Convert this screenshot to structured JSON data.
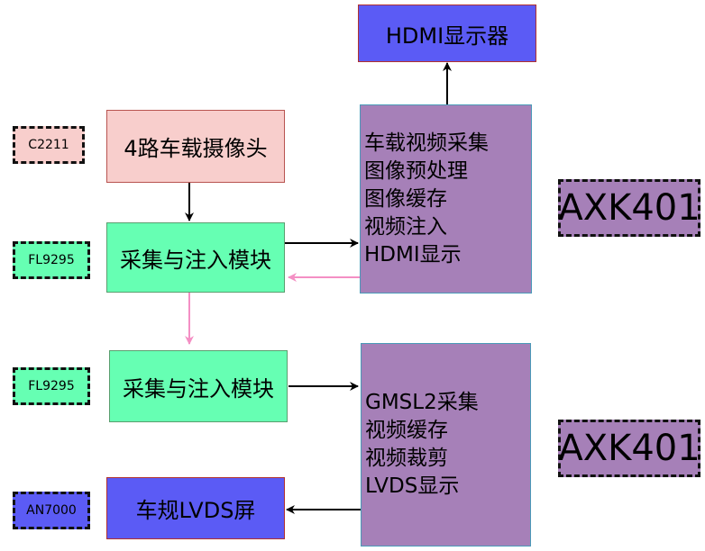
{
  "colors": {
    "pink_fill": "#f8cecc",
    "pink_border": "#b85450",
    "green_fill": "#66ffb3",
    "green_border": "#5a9e6f",
    "blue_fill": "#5b5bf5",
    "blue_border": "#b03030",
    "purple_fill": "#a680b8",
    "purple_border": "#4a9ab8",
    "arrow_black": "#000000",
    "arrow_pink": "#f48fc4"
  },
  "tags": {
    "camera_chip": "C2211",
    "serdes_chip_1": "FL9295",
    "serdes_chip_2": "FL9295",
    "screen_chip": "AN7000"
  },
  "blocks": {
    "hdmi_display": "HDMI显示器",
    "camera": "4路车载摄像头",
    "capture_inject_1": "采集与注入模块",
    "capture_inject_2": "采集与注入模块",
    "lvds_screen": "车规LVDS屏"
  },
  "fpga_top": {
    "lines": [
      "车载视频采集",
      "图像预处理",
      "图像缓存",
      "视频注入",
      "HDMI显示"
    ],
    "chip": "AXK401"
  },
  "fpga_bottom": {
    "lines": [
      "GMSL2采集",
      "视频缓存",
      "视频裁剪",
      "LVDS显示"
    ],
    "chip": "AXK401"
  }
}
